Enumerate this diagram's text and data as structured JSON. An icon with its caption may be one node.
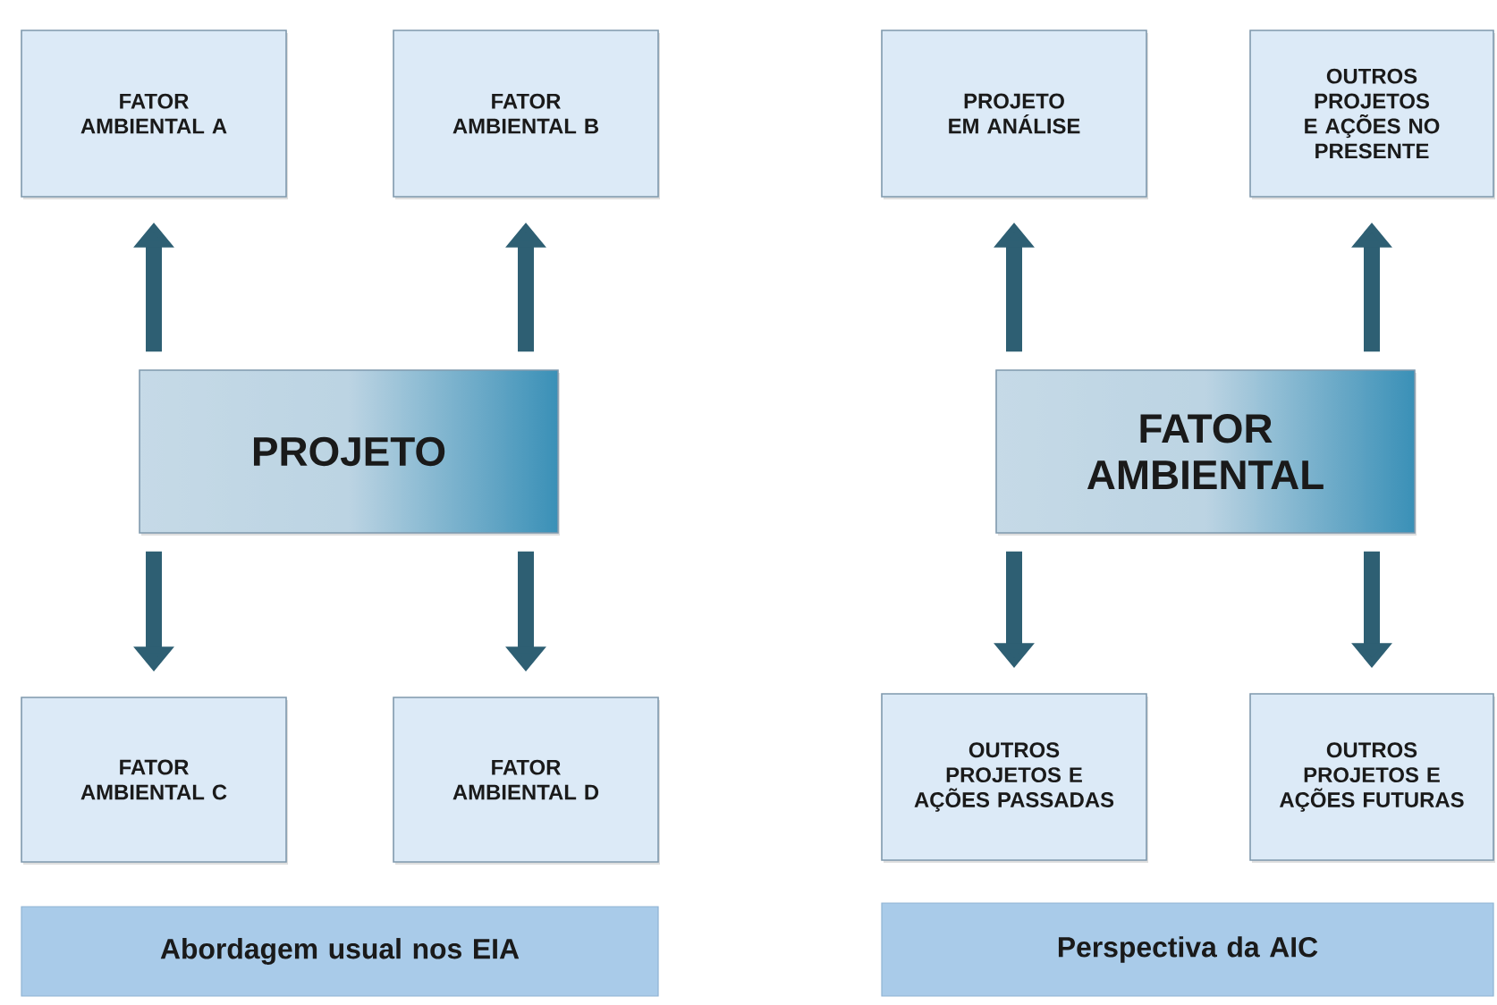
{
  "diagram": {
    "nodes": [
      {
        "text": [
          "FATOR AMBIENTAL A"
        ]
      },
      {
        "text": [
          "FATOR AMBIENTAL B"
        ]
      },
      {
        "text": [
          "PROJETO"
        ]
      },
      {
        "text": [
          "FATOR AMBIENTAL C"
        ]
      },
      {
        "text": [
          "FATOR AMBIENTAL D"
        ]
      },
      {
        "text": [
          "Abordagem usual nos EIA"
        ]
      },
      {
        "text": [
          "PROJETO EM ANÁLISE"
        ]
      },
      {
        "text": [
          "OUTROS PROJETOS E AÇÕES NO PRESENTE"
        ]
      },
      {
        "text": [
          "FATOR AMBIENTAL"
        ]
      },
      {
        "text": [
          "OUTROS PROJETOS E AÇÕES PASSADAS"
        ]
      },
      {
        "text": [
          "OUTROS PROJETOS E AÇÕES FUTURAS"
        ]
      },
      {
        "text": [
          "Perspectiva da AIC"
        ]
      }
    ],
    "edges": [
      {
        "from": 2,
        "to": 0,
        "arrow": "to"
      },
      {
        "from": 2,
        "to": 1,
        "arrow": "to"
      },
      {
        "from": 2,
        "to": 3,
        "arrow": "to"
      },
      {
        "from": 2,
        "to": 4,
        "arrow": "to"
      },
      {
        "from": 8,
        "to": 6,
        "arrow": "to"
      },
      {
        "from": 8,
        "to": 7,
        "arrow": "to"
      },
      {
        "from": 8,
        "to": 9,
        "arrow": "to"
      },
      {
        "from": 8,
        "to": 10,
        "arrow": "to"
      }
    ]
  }
}
